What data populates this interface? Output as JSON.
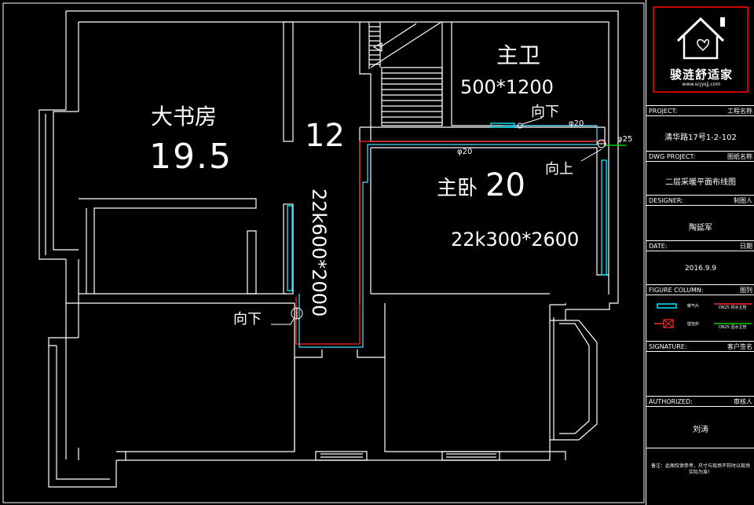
{
  "plan": {
    "rooms": {
      "study_name": "大书房",
      "study_area": "19.5",
      "corridor_area": "12",
      "bath_name": "主卫",
      "bath_radiator": "500*1200",
      "bedroom_name": "主卧",
      "bedroom_area": "20",
      "bedroom_radiator": "22k300*2600",
      "corridor_radiator": "22k600*2000"
    },
    "pipe_labels": {
      "down_1": "向下",
      "down_2": "向下",
      "up_1": "向上",
      "dia_20_a": "φ20",
      "dia_20_b": "φ20",
      "dia_25": "φ25"
    }
  },
  "title_block": {
    "logo_text": "骏涟舒适家",
    "logo_url": "www.scjysjj.com",
    "project_label": "PROJECT:",
    "project_label_cn": "工程名称",
    "project_value": "清华路17号1-2-102",
    "dwg_label": "DWG PROJECT:",
    "dwg_label_cn": "图纸名称",
    "dwg_value": "二层采暖平面布线图",
    "designer_label": "DESIGNER:",
    "designer_label_cn": "制图人",
    "designer_value": "陶延军",
    "date_label": "DATE:",
    "date_label_cn": "日期",
    "date_value": "2016.9.9",
    "figure_label": "FIGURE COLUMN:",
    "figure_label_cn": "图列",
    "legend": {
      "radiator": "暖气片",
      "boiler": "壁挂炉",
      "supply": "DN25 供水主管",
      "return": "DN25 回水主管"
    },
    "signature_label": "SIGNATURE:",
    "signature_label_cn": "客户签名",
    "authorized_label": "AUTHORIZED:",
    "authorized_label_cn": "审核人",
    "authorized_value": "刘涛",
    "note": "备注：此图仅供参考，尺寸与现场不符时以现场实际为准！"
  },
  "colors": {
    "wall": "#ffffff",
    "supply_pipe": "#ff2a2a",
    "return_pipe": "#45e0ff",
    "radiator": "#00e5ff",
    "green_pipe": "#00d000",
    "frame_red": "#cc0000"
  }
}
